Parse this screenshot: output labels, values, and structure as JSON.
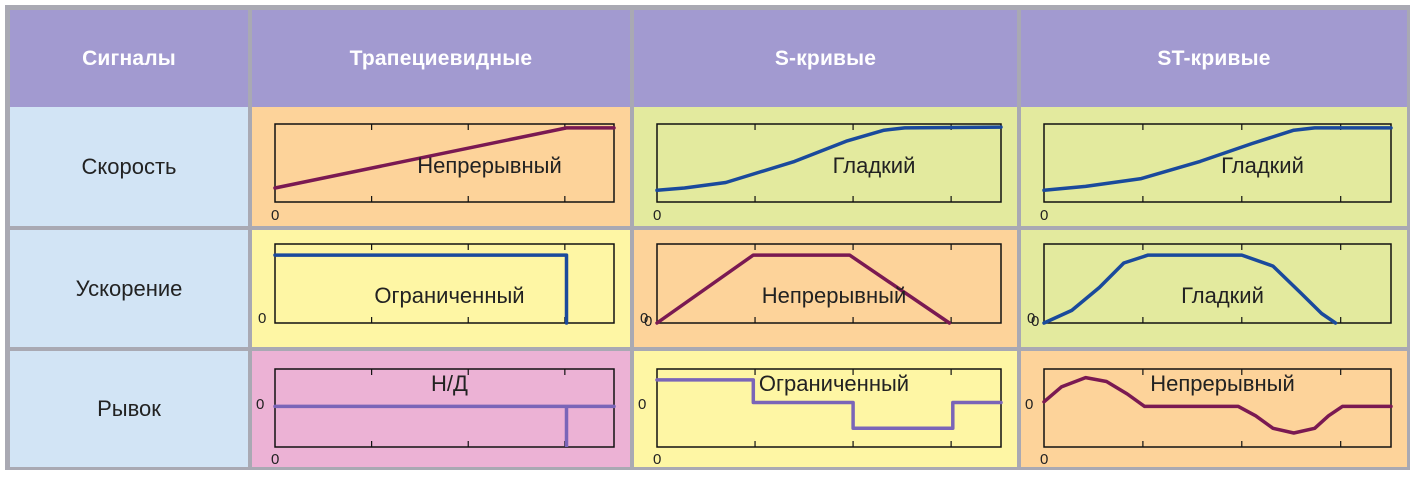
{
  "colors": {
    "header_bg": "#a29ad0",
    "header_text": "#ffffff",
    "row_label_bg": "#d2e4f5",
    "grid_line": "#a9a9b3",
    "cell_orange": "#fdd39a",
    "cell_green": "#e3ea9e",
    "cell_yellow": "#fef6a4",
    "cell_pink": "#ecb2d5",
    "curve_maroon": "#7a1952",
    "curve_blue": "#1a4a9c",
    "curve_purple": "#7a65b8"
  },
  "header": {
    "col0": "Сигналы",
    "col1": "Трапециевидные",
    "col2": "S-кривые",
    "col3": "ST-кривые"
  },
  "rows": [
    {
      "label": "Скорость",
      "cells": [
        {
          "bg": "orange",
          "label": "Непрерывный",
          "zero_label": "0",
          "color": "maroon",
          "curve": [
            [
              0,
              0.18
            ],
            [
              0.86,
              0.95
            ],
            [
              1,
              0.95
            ]
          ]
        },
        {
          "bg": "green",
          "label": "Гладкий",
          "zero_label": "0",
          "color": "blue",
          "curve": [
            [
              0,
              0.15
            ],
            [
              0.08,
              0.18
            ],
            [
              0.2,
              0.25
            ],
            [
              0.4,
              0.52
            ],
            [
              0.55,
              0.78
            ],
            [
              0.66,
              0.92
            ],
            [
              0.72,
              0.95
            ],
            [
              1,
              0.96
            ]
          ]
        },
        {
          "bg": "green",
          "label": "Гладкий",
          "zero_label": "0",
          "color": "blue",
          "curve": [
            [
              0,
              0.15
            ],
            [
              0.12,
              0.2
            ],
            [
              0.28,
              0.3
            ],
            [
              0.45,
              0.52
            ],
            [
              0.6,
              0.75
            ],
            [
              0.72,
              0.92
            ],
            [
              0.78,
              0.95
            ],
            [
              1,
              0.95
            ]
          ]
        }
      ]
    },
    {
      "label": "Ускорение",
      "cells": [
        {
          "bg": "yellow",
          "label": "Ограниченный",
          "zero_label": "0",
          "color": "blue",
          "curve": [
            [
              0,
              0.86
            ],
            [
              0.86,
              0.86
            ],
            [
              0.86,
              0
            ]
          ]
        },
        {
          "bg": "orange",
          "label": "Непрерывный",
          "zero_label": "0",
          "color": "maroon",
          "curve": [
            [
              0,
              0
            ],
            [
              0.28,
              0.86
            ],
            [
              0.56,
              0.86
            ],
            [
              0.85,
              0
            ]
          ]
        },
        {
          "bg": "green",
          "label": "Гладкий",
          "zero_label": "0",
          "color": "blue",
          "curve": [
            [
              0,
              0
            ],
            [
              0.08,
              0.16
            ],
            [
              0.16,
              0.45
            ],
            [
              0.23,
              0.76
            ],
            [
              0.3,
              0.86
            ],
            [
              0.57,
              0.86
            ],
            [
              0.66,
              0.72
            ],
            [
              0.74,
              0.38
            ],
            [
              0.8,
              0.12
            ],
            [
              0.84,
              0
            ]
          ]
        }
      ]
    },
    {
      "label": "Рывок",
      "cells": [
        {
          "bg": "pink",
          "label": "Н/Д",
          "zero_label": "0",
          "color": "purple",
          "curve": [
            [
              0,
              0.52
            ],
            [
              1,
              0.52
            ]
          ],
          "extra": [
            [
              0.86,
              0.52
            ],
            [
              0.86,
              0
            ]
          ]
        },
        {
          "bg": "yellow",
          "label": "Ограниченный",
          "zero_label": "0",
          "color": "purple",
          "curve": [
            [
              0,
              0.86
            ],
            [
              0.28,
              0.86
            ],
            [
              0.28,
              0.57
            ],
            [
              0.57,
              0.57
            ],
            [
              0.57,
              0.24
            ],
            [
              0.86,
              0.24
            ],
            [
              0.86,
              0.57
            ],
            [
              1,
              0.57
            ]
          ]
        },
        {
          "bg": "orange",
          "label": "Непрерывный",
          "zero_label": "0",
          "color": "maroon",
          "curve": [
            [
              0,
              0.58
            ],
            [
              0.05,
              0.77
            ],
            [
              0.12,
              0.89
            ],
            [
              0.18,
              0.84
            ],
            [
              0.24,
              0.68
            ],
            [
              0.29,
              0.52
            ],
            [
              0.56,
              0.52
            ],
            [
              0.61,
              0.4
            ],
            [
              0.66,
              0.24
            ],
            [
              0.72,
              0.18
            ],
            [
              0.78,
              0.24
            ],
            [
              0.82,
              0.4
            ],
            [
              0.86,
              0.52
            ],
            [
              1,
              0.52
            ]
          ]
        }
      ]
    }
  ]
}
